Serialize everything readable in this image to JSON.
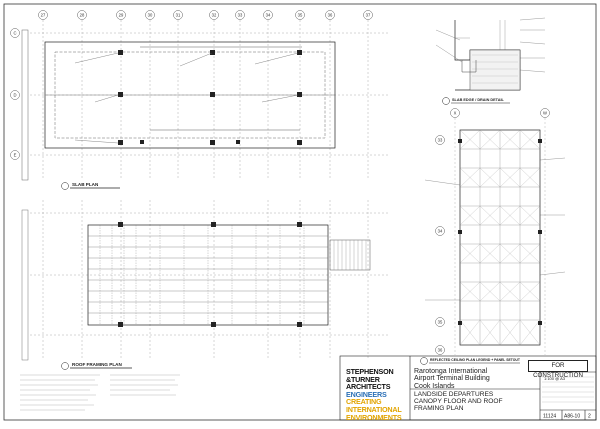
{
  "plans": {
    "slab_plan_title": "SLAB PLAN",
    "roof_framing_plan_title": "ROOF FRAMING PLAN",
    "drain_detail_title": "SLAB EDGE / DRAIN DETAIL",
    "ceiling_plan_title": "REFLECTED CEILING PLAN LEGEND + PANEL SETOUT",
    "grid_top": [
      "27",
      "28",
      "29",
      "30",
      "31",
      "32",
      "33",
      "34",
      "35",
      "36",
      "37"
    ],
    "grid_left": [
      "C",
      "D",
      "E"
    ],
    "grid_ceiling": [
      "33",
      "34",
      "35",
      "36"
    ],
    "grid_ceiling_cols": [
      "X",
      "W"
    ]
  },
  "firm": {
    "line1": "STEPHENSON",
    "line2": "&TURNER",
    "line3": "ARCHITECTS",
    "line4": "ENGINEERS",
    "line5": "CREATING",
    "line6": "INTERNATIONAL",
    "line7": "ENVIRONMENTS"
  },
  "firm_colors": {
    "black": "#111111",
    "engineers": "#2a6fb5",
    "creating": "#e2a400"
  },
  "project": {
    "line1": "Rarotonga International",
    "line2": "Airport Terminal Building",
    "line3": "Cook Islands"
  },
  "drawing_title": {
    "line1": "LANDSIDE DEPARTURES",
    "line2": "CANOPY FLOOR AND ROOF",
    "line3": "FRAMING PLAN"
  },
  "status": "FOR CONSTRUCTION",
  "title_block": {
    "job_no": "11124",
    "drawing_no": "A86-10",
    "revision": "2",
    "scale": "1:100 @ A3"
  }
}
